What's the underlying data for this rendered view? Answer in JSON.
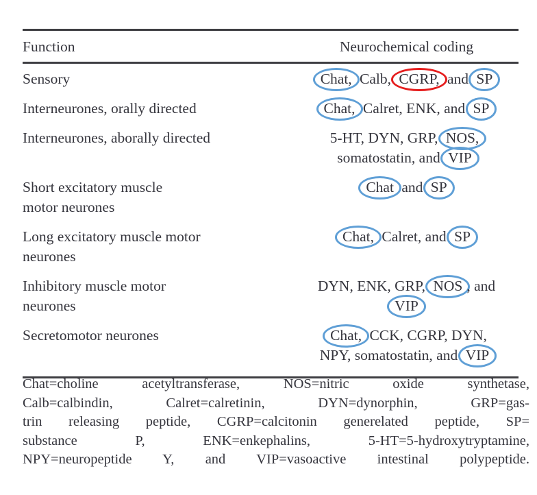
{
  "colors": {
    "annotation_blue": "#5f9fd6",
    "annotation_red": "#e51d1d",
    "text": "#35353d",
    "rule": "#3e3e42"
  },
  "table": {
    "columns": [
      "Function",
      "Neurochemical coding"
    ],
    "rows": [
      {
        "function": [
          "Sensory"
        ],
        "coding": [
          [
            {
              "t": "Chat,",
              "c": "blue"
            },
            {
              "t": " Calb, "
            },
            {
              "t": "CGRP,",
              "c": "red"
            },
            {
              "t": " and "
            },
            {
              "t": "SP",
              "c": "blue"
            }
          ]
        ]
      },
      {
        "function": [
          "Interneurones, orally directed"
        ],
        "coding": [
          [
            {
              "t": "Chat,",
              "c": "blue"
            },
            {
              "t": " Calret, ENK, and "
            },
            {
              "t": "SP",
              "c": "blue"
            }
          ]
        ]
      },
      {
        "function": [
          "Interneurones, aborally directed"
        ],
        "coding": [
          [
            {
              "t": "5-HT, DYN, GRP, "
            },
            {
              "t": "NOS,",
              "c": "blue"
            }
          ],
          [
            {
              "t": "somatostatin, and "
            },
            {
              "t": "VIP",
              "c": "blue"
            }
          ]
        ]
      },
      {
        "function": [
          "Short excitatory muscle",
          "motor neurones"
        ],
        "coding": [
          [
            {
              "t": "Chat",
              "c": "blue"
            },
            {
              "t": " and "
            },
            {
              "t": "SP",
              "c": "blue"
            }
          ]
        ]
      },
      {
        "function": [
          "Long excitatory muscle motor",
          "neurones"
        ],
        "coding": [
          [
            {
              "t": "Chat,",
              "c": "blue"
            },
            {
              "t": " Calret, and "
            },
            {
              "t": "SP",
              "c": "blue"
            }
          ]
        ]
      },
      {
        "function": [
          "Inhibitory muscle motor",
          "neurones"
        ],
        "coding": [
          [
            {
              "t": "DYN, ENK, GRP, "
            },
            {
              "t": "NOS",
              "c": "blue"
            },
            {
              "t": ", and"
            }
          ],
          [
            {
              "t": "VIP",
              "c": "blue"
            }
          ]
        ]
      },
      {
        "function": [
          "Secretomotor neurones"
        ],
        "coding": [
          [
            {
              "t": "Chat,",
              "c": "blue"
            },
            {
              "t": " CCK, CGRP, DYN,"
            }
          ],
          [
            {
              "t": "NPY, somatostatin, and "
            },
            {
              "t": "VIP",
              "c": "blue"
            }
          ]
        ]
      }
    ]
  },
  "footnote": {
    "lines": [
      "Chat=choline acetyltransferase, NOS=nitric oxide synthetase,",
      "Calb=calbindin, Calret=calretinin, DYN=dynorphin, GRP=gas-",
      "trin releasing peptide, CGRP=calcitonin generelated peptide, SP=",
      "substance P, ENK=enkephalins, 5-HT=5-hydroxytryptamine,",
      "NPY=neuropeptide Y, and VIP=vasoactive intestinal polypeptide."
    ]
  }
}
